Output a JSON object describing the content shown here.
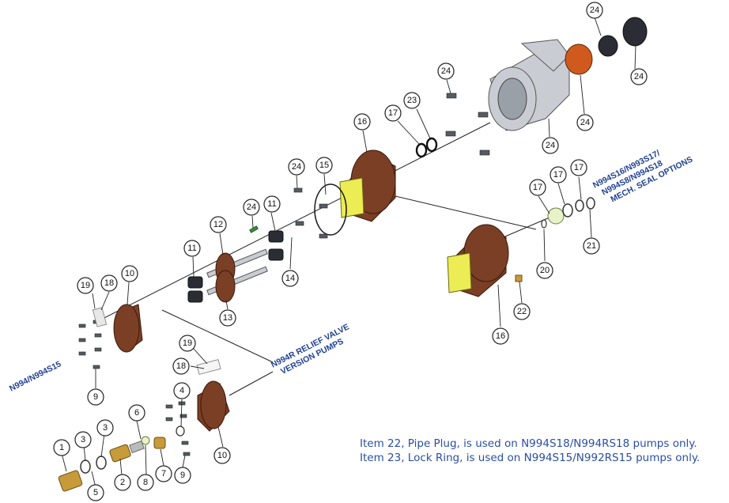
{
  "labels": {
    "n994": "N994/N994S15",
    "relief_line1": "N994R RELIEF VALVE",
    "relief_line2": "VERSION PUMPS",
    "seal_line1": "N994S16/N993S17/",
    "seal_line2": "N994S8/N994S18",
    "seal_line3": "MECH. SEAL OPTIONS"
  },
  "notes": [
    "Item 22, Pipe Plug, is used on N994S18/N994RS18 pumps only.",
    "Item 23, Lock Ring, is used on N994S15/N992RS15 pumps only."
  ],
  "callouts": [
    "24",
    "24",
    "24",
    "24",
    "24",
    "23",
    "17",
    "16",
    "24",
    "15",
    "24",
    "11",
    "12",
    "11",
    "10",
    "18",
    "19",
    "14",
    "13",
    "17",
    "17",
    "17",
    "21",
    "20",
    "16",
    "22",
    "19",
    "18",
    "9",
    "4",
    "6",
    "3",
    "3",
    "1",
    "5",
    "2",
    "8",
    "7",
    "9",
    "10"
  ],
  "colors": {
    "housing": "#7a3f25",
    "port_yellow": "#ecec55",
    "label_blue": "#1f3f93",
    "note_blue": "#2a4ea6"
  }
}
